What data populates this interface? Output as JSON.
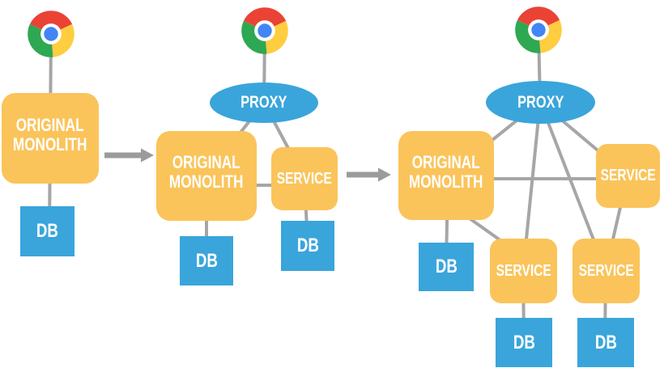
{
  "diagram": {
    "description": "Monolith to microservices migration in three stages",
    "colors": {
      "box_yellow": "#FAC45B",
      "blue": "#3AA5DB",
      "line": "#A6A6A6",
      "arrow": "#9B9B9B",
      "text": "#FFFFFF",
      "chrome_red": "#EA4335",
      "chrome_yellow": "#FFCD40",
      "chrome_green": "#2EA852",
      "chrome_blue": "#4285F4",
      "chrome_ring": "#FFFFFF",
      "bg": "#FFFFFF"
    },
    "stages": [
      {
        "name": "stage-1",
        "nodes": {
          "browser": {
            "icon": "chrome-browser-icon"
          },
          "monolith": {
            "line1": "ORIGINAL",
            "line2": "MONOLITH"
          },
          "db": {
            "label": "DB"
          }
        },
        "edges": [
          [
            "browser",
            "monolith"
          ],
          [
            "monolith",
            "db"
          ]
        ]
      },
      {
        "name": "stage-2",
        "nodes": {
          "browser": {
            "icon": "chrome-browser-icon"
          },
          "proxy": {
            "label": "PROXY"
          },
          "monolith": {
            "line1": "ORIGINAL",
            "line2": "MONOLITH"
          },
          "service": {
            "label": "SERVICE"
          },
          "monolith_db": {
            "label": "DB"
          },
          "service_db": {
            "label": "DB"
          }
        },
        "edges": [
          [
            "browser",
            "proxy"
          ],
          [
            "proxy",
            "monolith"
          ],
          [
            "proxy",
            "service"
          ],
          [
            "monolith",
            "service"
          ],
          [
            "monolith",
            "monolith_db"
          ],
          [
            "service",
            "service_db"
          ]
        ]
      },
      {
        "name": "stage-3",
        "nodes": {
          "browser": {
            "icon": "chrome-browser-icon"
          },
          "proxy": {
            "label": "PROXY"
          },
          "monolith": {
            "line1": "ORIGINAL",
            "line2": "MONOLITH"
          },
          "service_right": {
            "label": "SERVICE"
          },
          "service_mid": {
            "label": "SERVICE"
          },
          "service_bottom_right": {
            "label": "SERVICE"
          },
          "monolith_db": {
            "label": "DB"
          },
          "service_mid_db": {
            "label": "DB"
          },
          "service_bottom_right_db": {
            "label": "DB"
          }
        },
        "edges": [
          [
            "browser",
            "proxy"
          ],
          [
            "proxy",
            "monolith"
          ],
          [
            "proxy",
            "service_mid"
          ],
          [
            "proxy",
            "service_bottom_right"
          ],
          [
            "proxy",
            "service_right"
          ],
          [
            "monolith",
            "service_right"
          ],
          [
            "monolith",
            "service_mid"
          ],
          [
            "monolith",
            "monolith_db"
          ],
          [
            "service_right",
            "service_bottom_right"
          ],
          [
            "service_mid",
            "service_mid_db"
          ],
          [
            "service_bottom_right",
            "service_bottom_right_db"
          ]
        ]
      }
    ],
    "transitions": [
      {
        "from": "stage-1",
        "to": "stage-2",
        "icon": "right-arrow-icon"
      },
      {
        "from": "stage-2",
        "to": "stage-3",
        "icon": "right-arrow-icon"
      }
    ]
  }
}
